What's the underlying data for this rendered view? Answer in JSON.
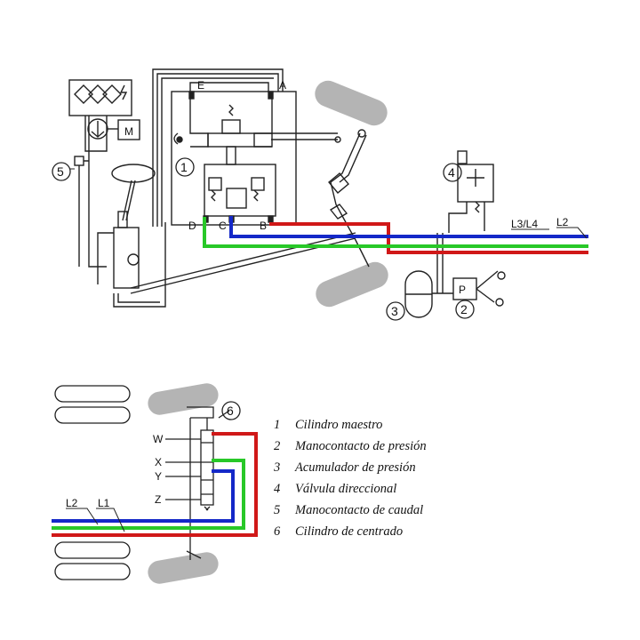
{
  "ports": {
    "E": "E",
    "A": "A",
    "D": "D",
    "C": "C",
    "B": "B"
  },
  "callouts": {
    "n1": "1",
    "n2": "2",
    "n3": "3",
    "n4": "4",
    "n5": "5",
    "n6": "6"
  },
  "component_letters": {
    "M": "M",
    "P": "P"
  },
  "line_labels": {
    "l3l4": "L3/L4",
    "l2_top": "L2",
    "l2_bottom": "L2",
    "l1": "L1"
  },
  "cylinder_marks": {
    "W": "W",
    "X": "X",
    "Y": "Y",
    "Z": "Z"
  },
  "legend": [
    {
      "num": "1",
      "text": "Cilindro maestro"
    },
    {
      "num": "2",
      "text": "Manocontacto de presión"
    },
    {
      "num": "3",
      "text": "Acumulador de presión"
    },
    {
      "num": "4",
      "text": "Válvula direccional"
    },
    {
      "num": "5",
      "text": "Manocontacto de caudal"
    },
    {
      "num": "6",
      "text": "Cilindro de centrado"
    }
  ],
  "colors": {
    "red": "#d01818",
    "blue": "#1428c8",
    "green": "#28c828",
    "ink": "#222222",
    "wheel": "#b4b4b4"
  }
}
